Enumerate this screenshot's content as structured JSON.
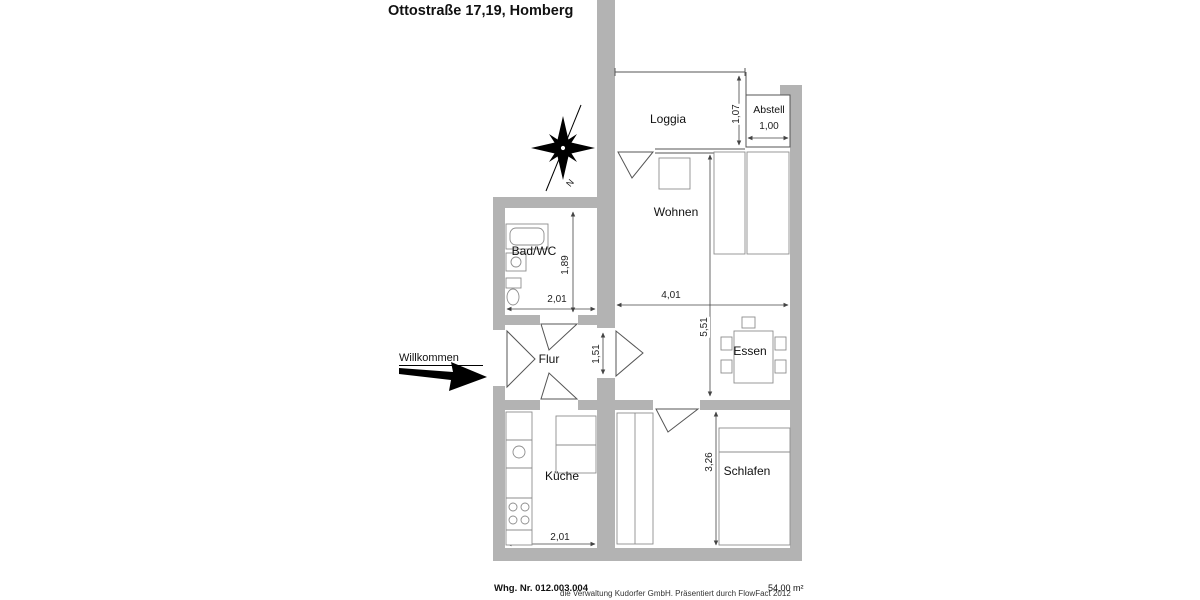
{
  "title": "Ottostraße 17,19, Homberg",
  "rooms": {
    "loggia": "Loggia",
    "abstell": "Abstell",
    "wohnen": "Wohnen",
    "bad_wc": "Bad/WC",
    "flur": "Flur",
    "essen": "Essen",
    "kueche": "Küche",
    "schlafen": "Schlafen"
  },
  "dims": {
    "loggia_height": "1,07",
    "abstell_width": "1,00",
    "bad_wc_height": "1,89",
    "bad_wc_width": "2,01",
    "flur_door": "1,51",
    "living_width": "4,01",
    "living_height": "5,51",
    "kueche_width": "2,01",
    "schlafen_height": "3,26"
  },
  "entrance": {
    "label": "Willkommen"
  },
  "compass": {
    "north": "N"
  },
  "footer": {
    "left": "Whg. Nr. 012.003.004",
    "center": "die Verwaltung Kudorfer GmbH. Präsentiert durch FlowFact 2012",
    "right": "54,00 m²"
  },
  "colors": {
    "wall": "#b3b3b3",
    "line": "#555555",
    "text": "#111111"
  }
}
